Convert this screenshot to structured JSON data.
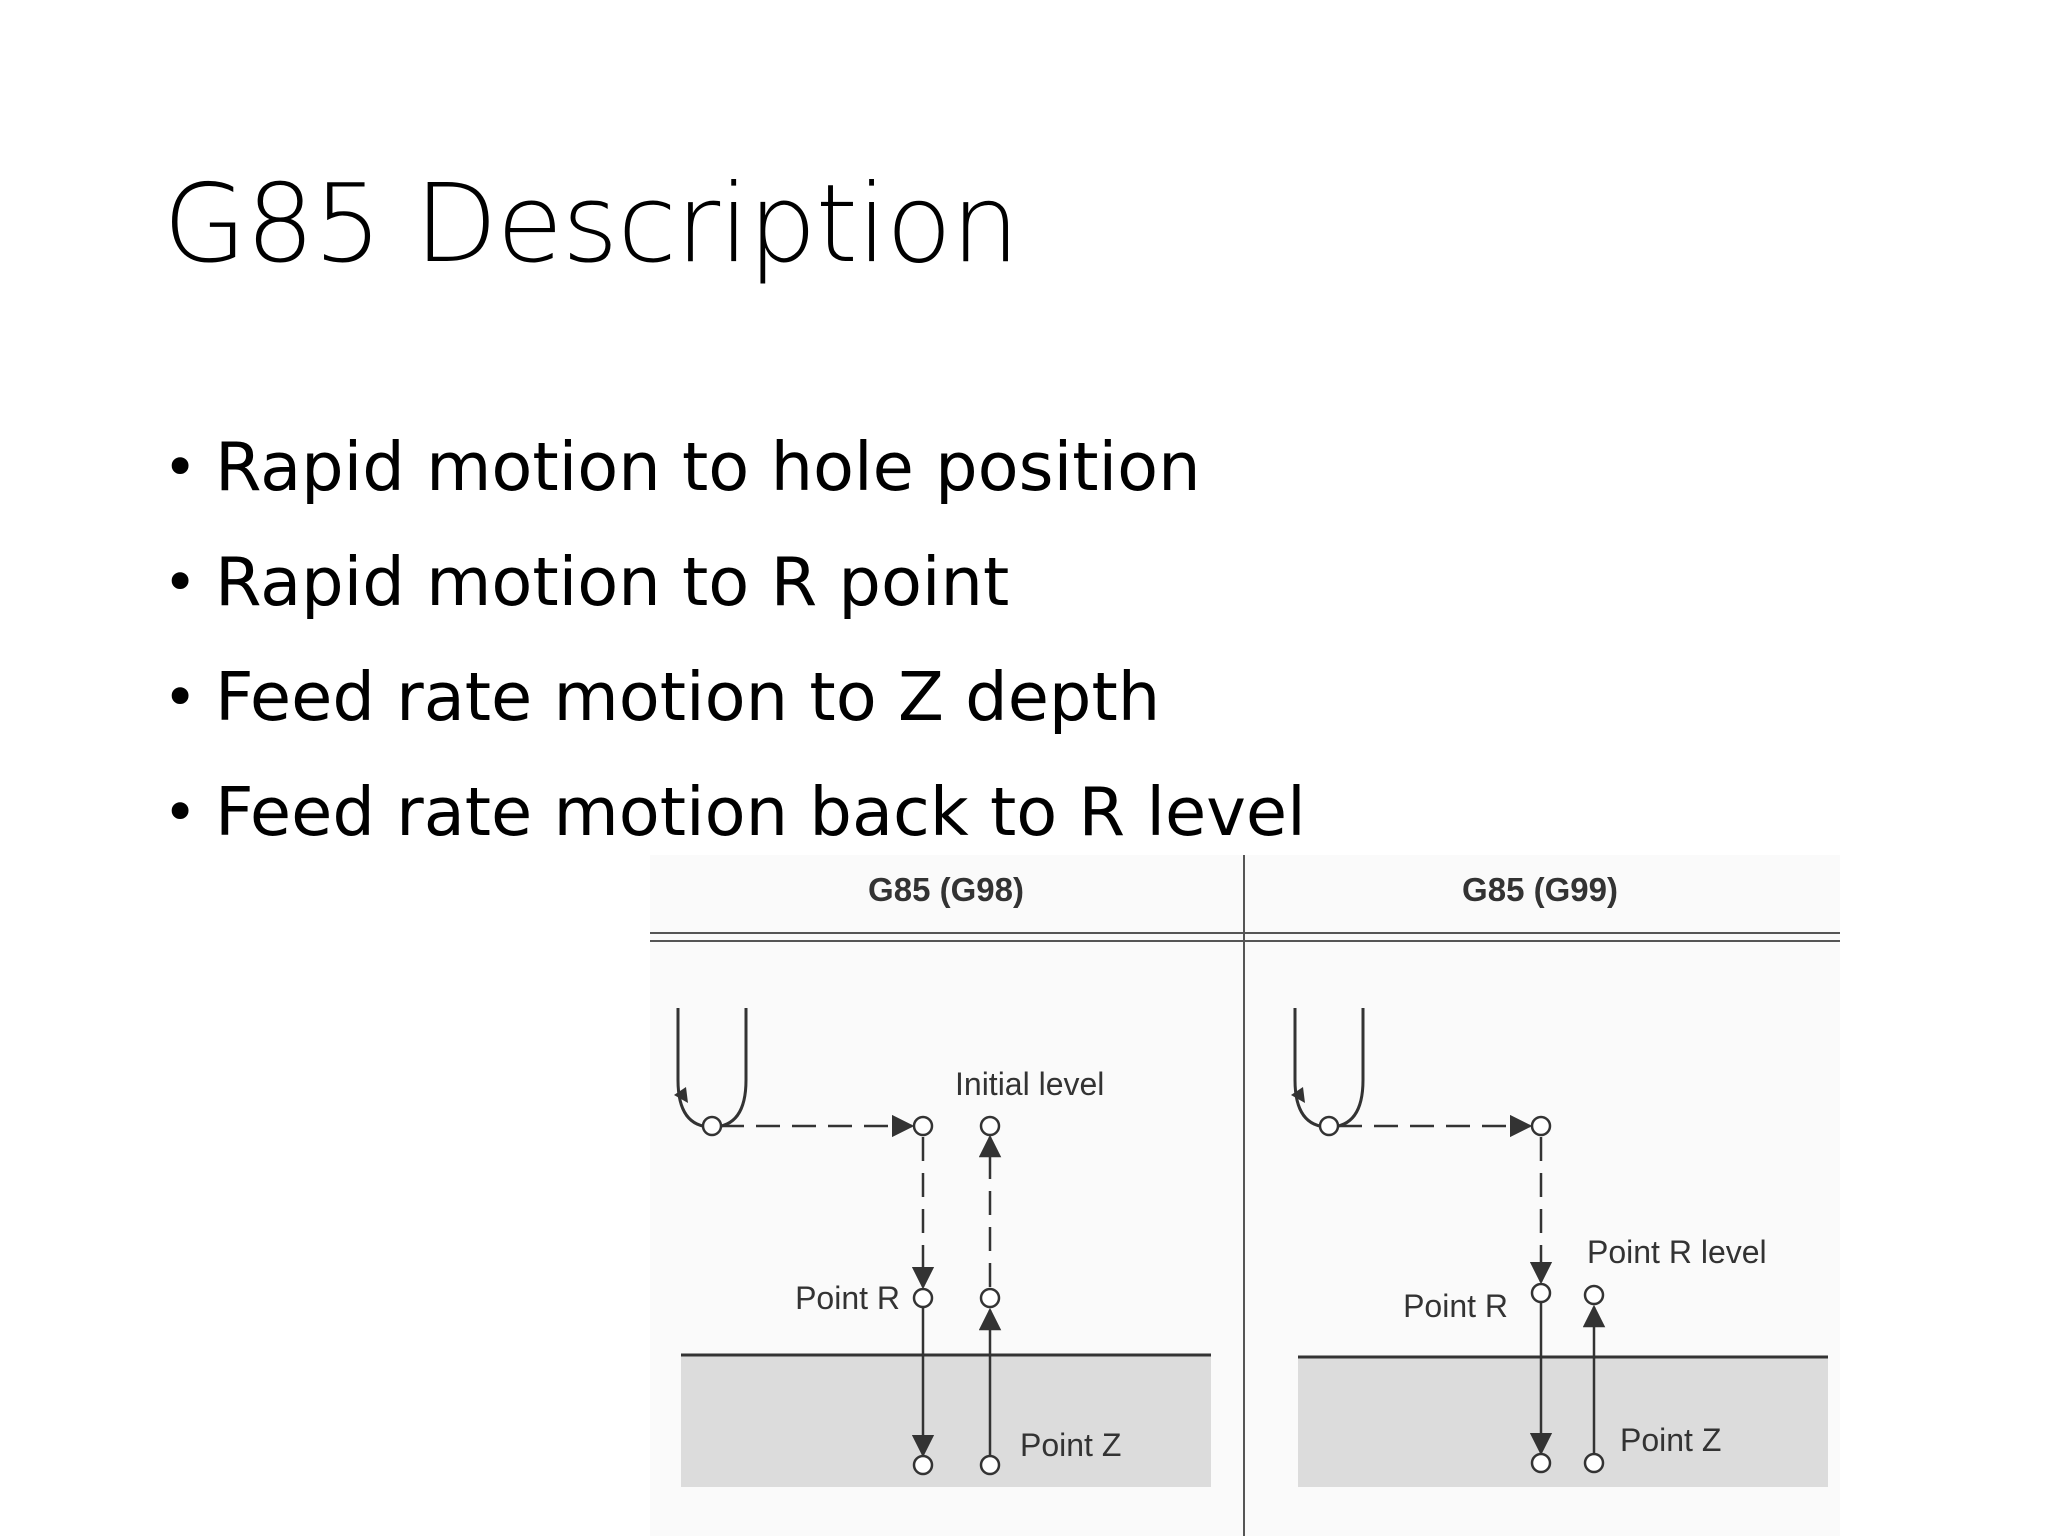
{
  "slide": {
    "title": "G85 Description",
    "bullets": [
      "Rapid motion to hole position",
      "Rapid motion to R point",
      "Feed rate motion to Z depth",
      "Feed rate motion back to R level"
    ]
  },
  "diagram": {
    "left_panel": {
      "header": "G85 (G98)",
      "initial_level_label": "Initial level",
      "point_r_label": "Point R",
      "point_z_label": "Point Z"
    },
    "right_panel": {
      "header": "G85 (G99)",
      "point_r_level_label": "Point R level",
      "point_r_label": "Point R",
      "point_z_label": "Point Z"
    },
    "colors": {
      "line": "#333333",
      "workpiece": "#dcdcdc",
      "panel_bg": "#fafafa"
    }
  }
}
